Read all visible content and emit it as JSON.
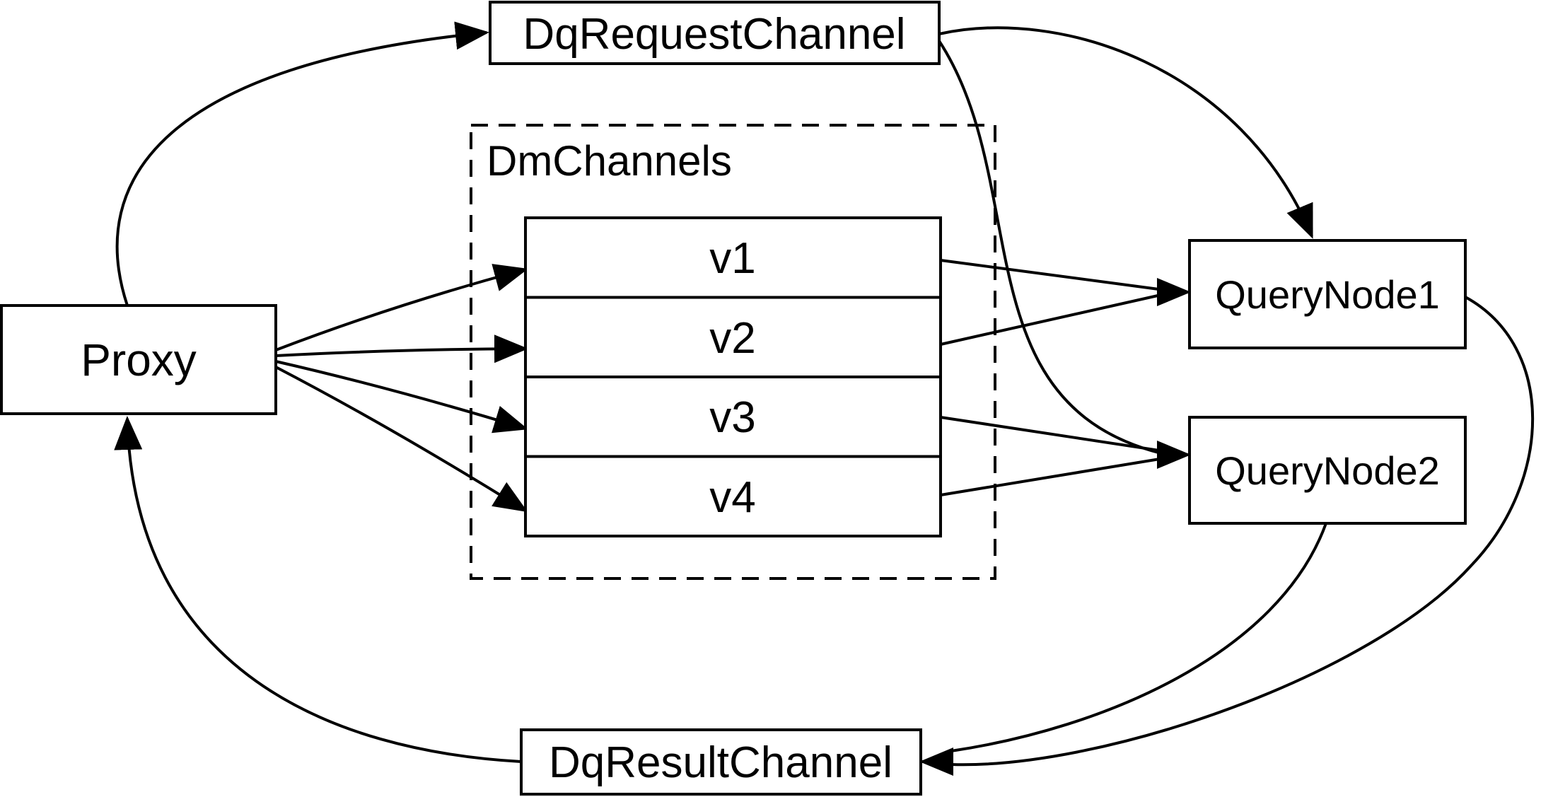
{
  "diagram": {
    "background_color": "#ffffff",
    "stroke_color": "#000000",
    "nodes": {
      "proxy": {
        "label": "Proxy"
      },
      "dq_request_channel": {
        "label": "DqRequestChannel"
      },
      "dm_channels": {
        "label": "DmChannels",
        "rows": [
          {
            "label": "v1"
          },
          {
            "label": "v2"
          },
          {
            "label": "v3"
          },
          {
            "label": "v4"
          }
        ]
      },
      "query_node_1": {
        "label": "QueryNode1"
      },
      "query_node_2": {
        "label": "QueryNode2"
      },
      "dq_result_channel": {
        "label": "DqResultChannel"
      }
    },
    "edges": [
      {
        "from": "Proxy",
        "to": "DqRequestChannel"
      },
      {
        "from": "Proxy",
        "to": "v1"
      },
      {
        "from": "Proxy",
        "to": "v2"
      },
      {
        "from": "Proxy",
        "to": "v3"
      },
      {
        "from": "Proxy",
        "to": "v4"
      },
      {
        "from": "v1",
        "to": "QueryNode1"
      },
      {
        "from": "v2",
        "to": "QueryNode1"
      },
      {
        "from": "v3",
        "to": "QueryNode2"
      },
      {
        "from": "v4",
        "to": "QueryNode2"
      },
      {
        "from": "DqRequestChannel",
        "to": "QueryNode1"
      },
      {
        "from": "DqRequestChannel",
        "to": "QueryNode2"
      },
      {
        "from": "QueryNode1",
        "to": "DqResultChannel"
      },
      {
        "from": "QueryNode2",
        "to": "DqResultChannel"
      },
      {
        "from": "DqResultChannel",
        "to": "Proxy"
      }
    ]
  }
}
